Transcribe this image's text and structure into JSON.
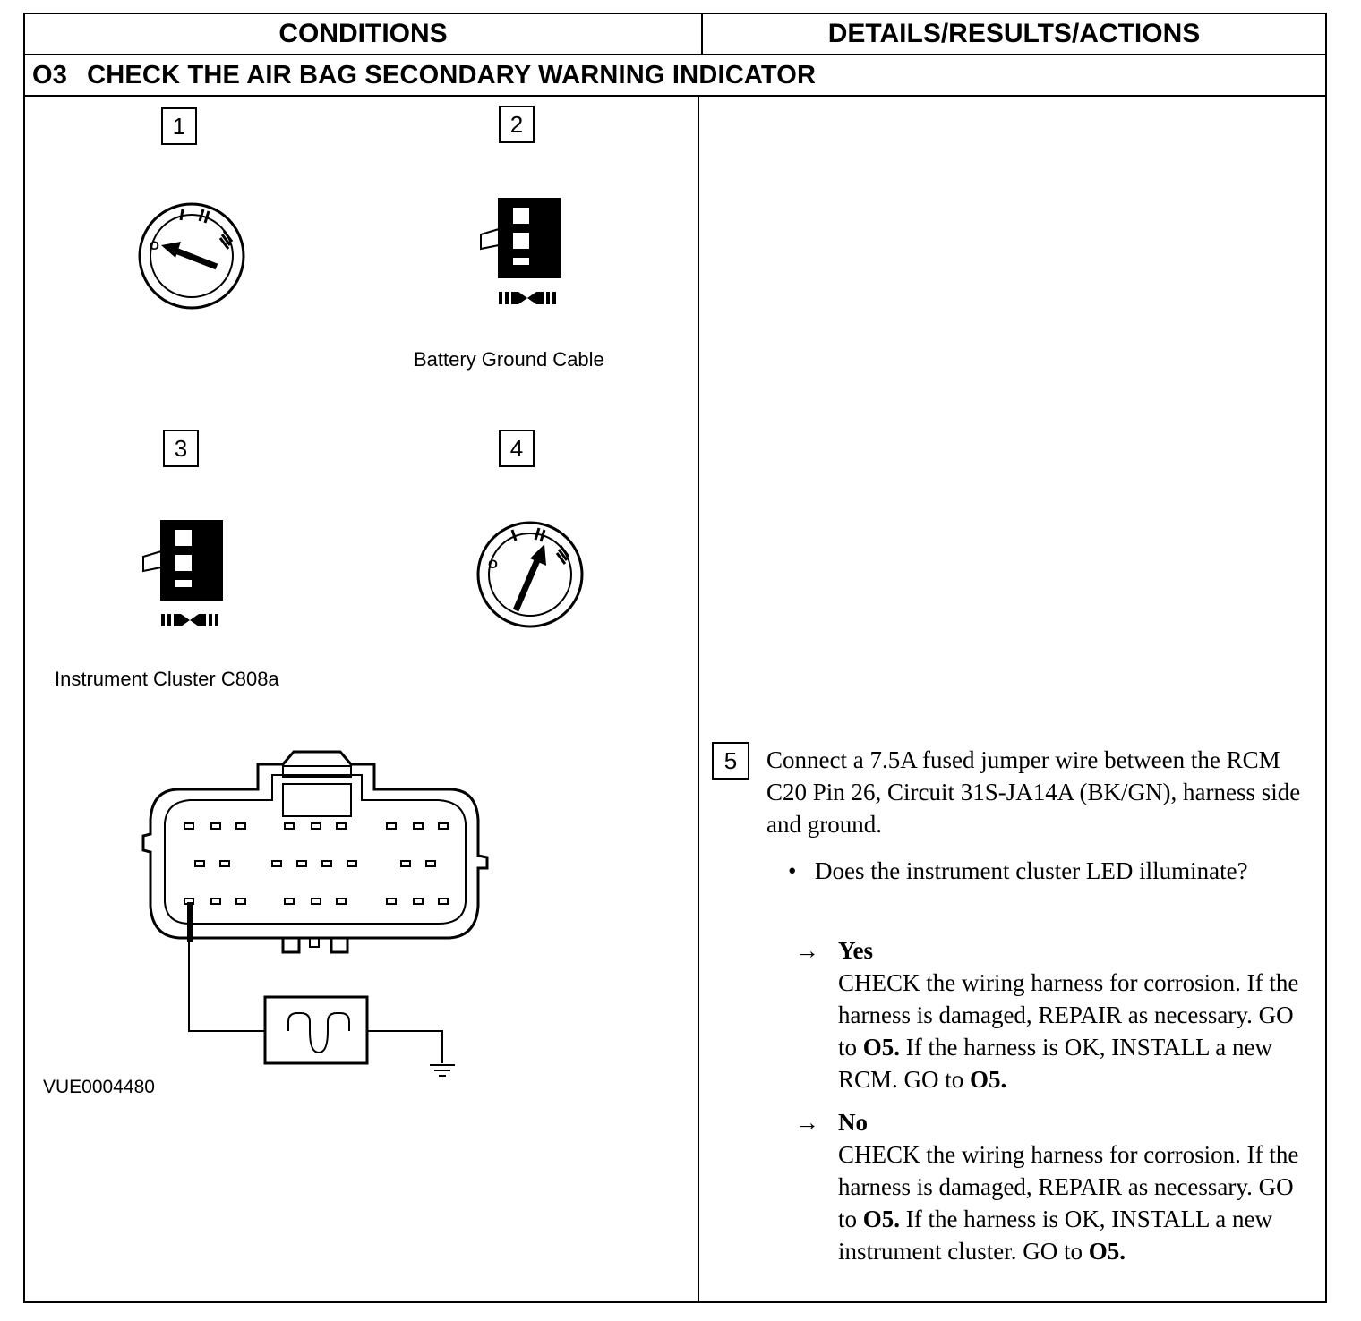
{
  "table": {
    "col_conditions": "CONDITIONS",
    "col_details": "DETAILS/RESULTS/ACTIONS",
    "step_number": "O3",
    "step_title": "CHECK THE AIR BAG SECONDARY WARNING INDICATOR"
  },
  "conditions": {
    "box1": "1",
    "box2": "2",
    "box3": "3",
    "box4": "4",
    "caption2": "Battery Ground Cable",
    "caption3": "Instrument Cluster C808a",
    "figure_id": "VUE0004480"
  },
  "details": {
    "step_box": "5",
    "step_text": "Connect a 7.5A fused jumper wire between the RCM C20 Pin 26, Circuit 31S-JA14A (BK/GN), harness side and ground.",
    "question": "Does the instrument cluster LED illuminate?",
    "arrow": "→",
    "bullet": "•",
    "yes": {
      "label": "Yes",
      "text_1": "CHECK the wiring harness for corrosion. If the harness is damaged, REPAIR as necessary. GO to ",
      "link_1": "O5.",
      "text_2": " If the harness is OK, INSTALL a new RCM. GO to ",
      "link_2": "O5."
    },
    "no": {
      "label": "No",
      "text_1": "CHECK the wiring harness for corrosion. If the harness is damaged, REPAIR as necessary. GO to ",
      "link_1": "O5.",
      "text_2": " If the harness is OK, INSTALL a new instrument cluster. GO to ",
      "link_2": "O5."
    }
  },
  "icons": {
    "ignition_off": "ignition-off-icon",
    "disconnect": "disconnect-connector-icon",
    "ignition_on": "ignition-on-icon",
    "connector": "connector-c808a-diagram",
    "fuse": "fuse-icon",
    "ground": "ground-icon"
  }
}
